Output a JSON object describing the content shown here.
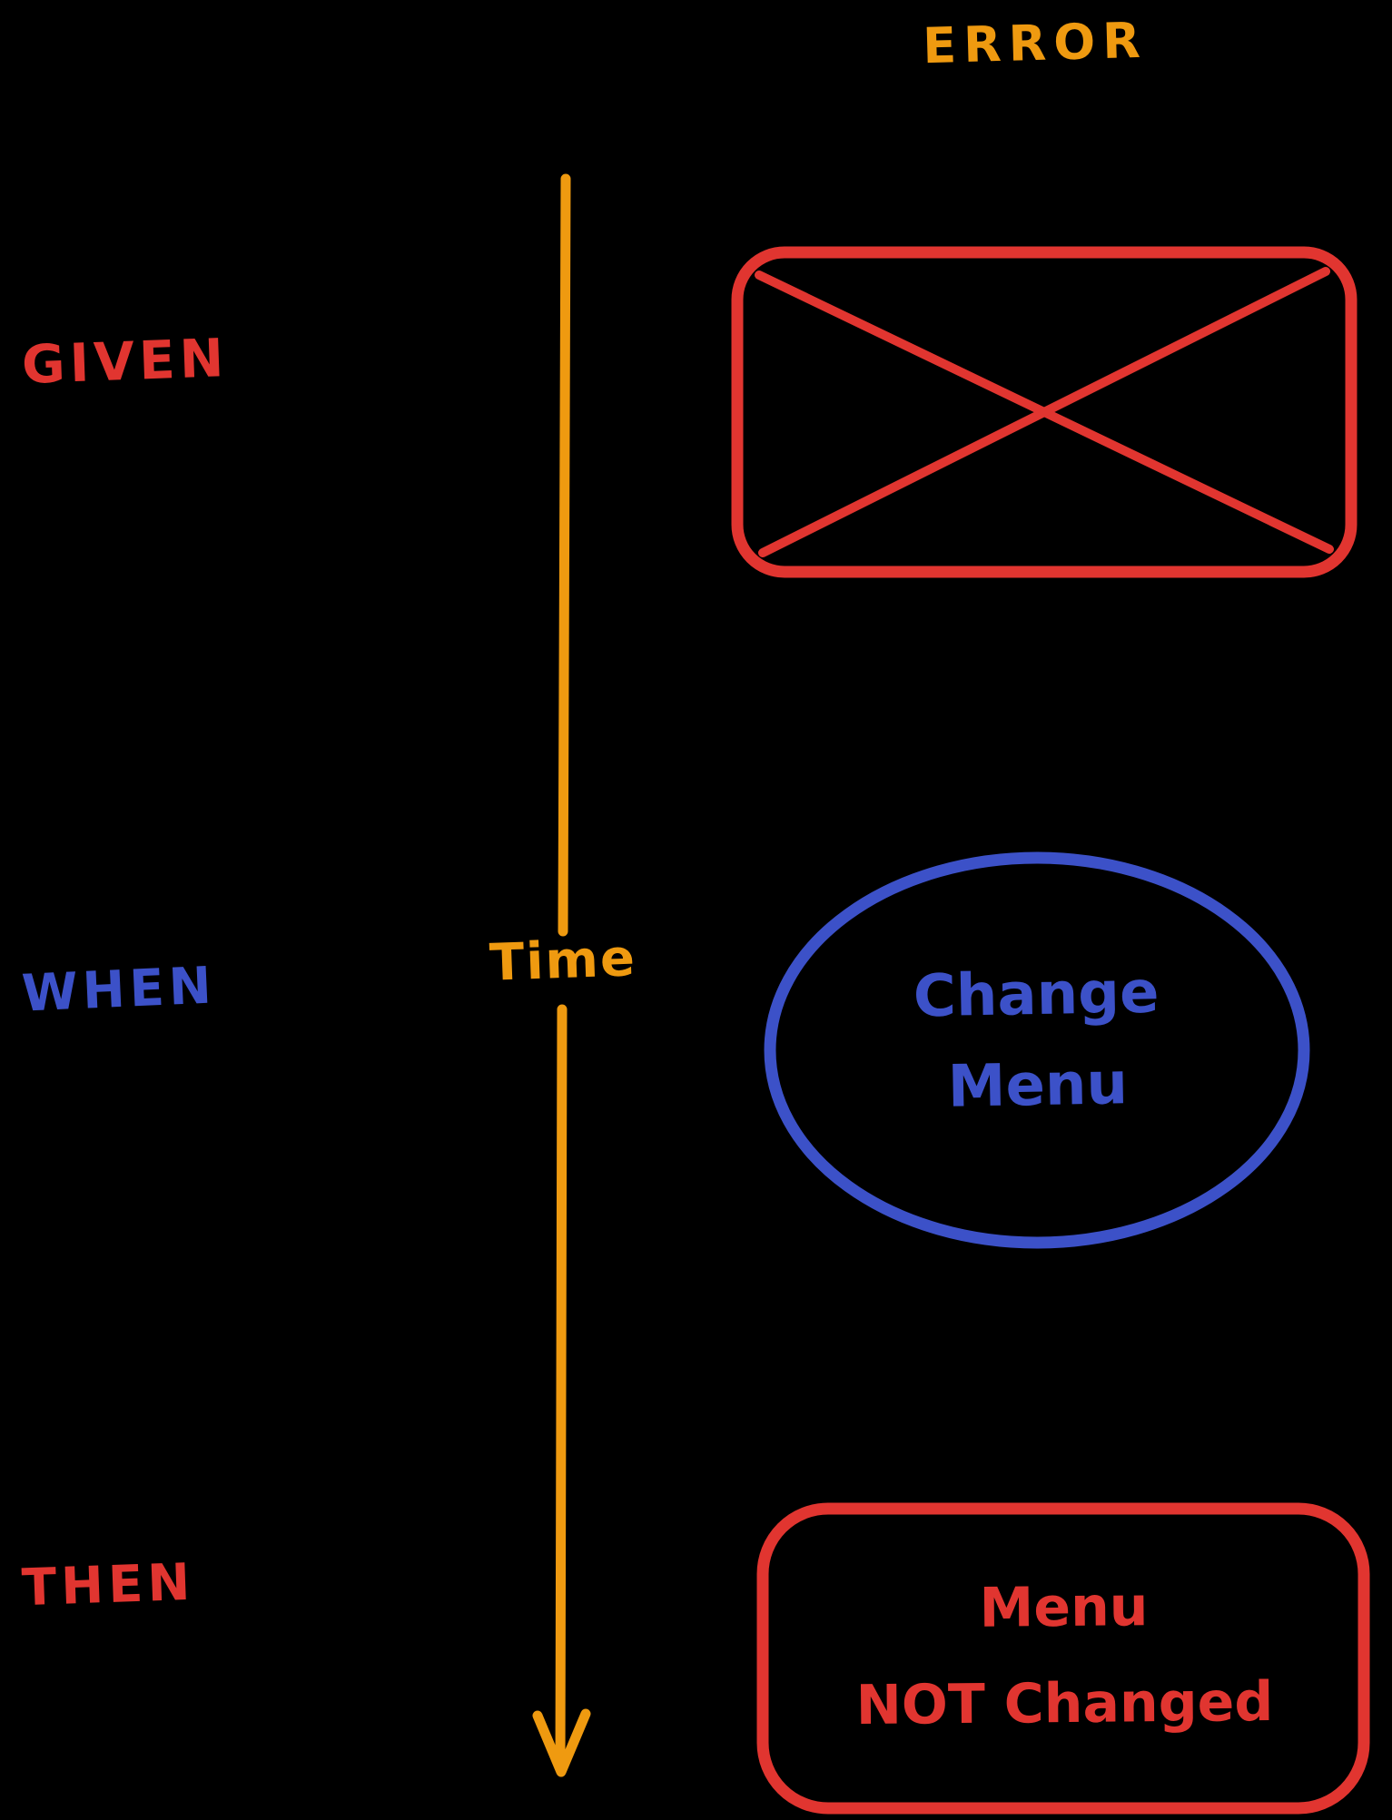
{
  "colors": {
    "background": "#000000",
    "orange": "#EF9A10",
    "red": "#E13530",
    "blue": "#3C51C8"
  },
  "header": {
    "error_label": "ERROR"
  },
  "timeline": {
    "label": "Time",
    "direction": "downward"
  },
  "stages": {
    "given": {
      "label": "GIVEN"
    },
    "when": {
      "label": "WHEN"
    },
    "then": {
      "label": "THEN"
    }
  },
  "nodes": {
    "given_box": {
      "shape": "crossed-rectangle",
      "lines": []
    },
    "when_ellipse": {
      "shape": "ellipse",
      "lines": [
        "Change",
        "Menu"
      ]
    },
    "then_box": {
      "shape": "rounded-rectangle",
      "lines": [
        "Menu",
        "NOT Changed"
      ]
    }
  }
}
